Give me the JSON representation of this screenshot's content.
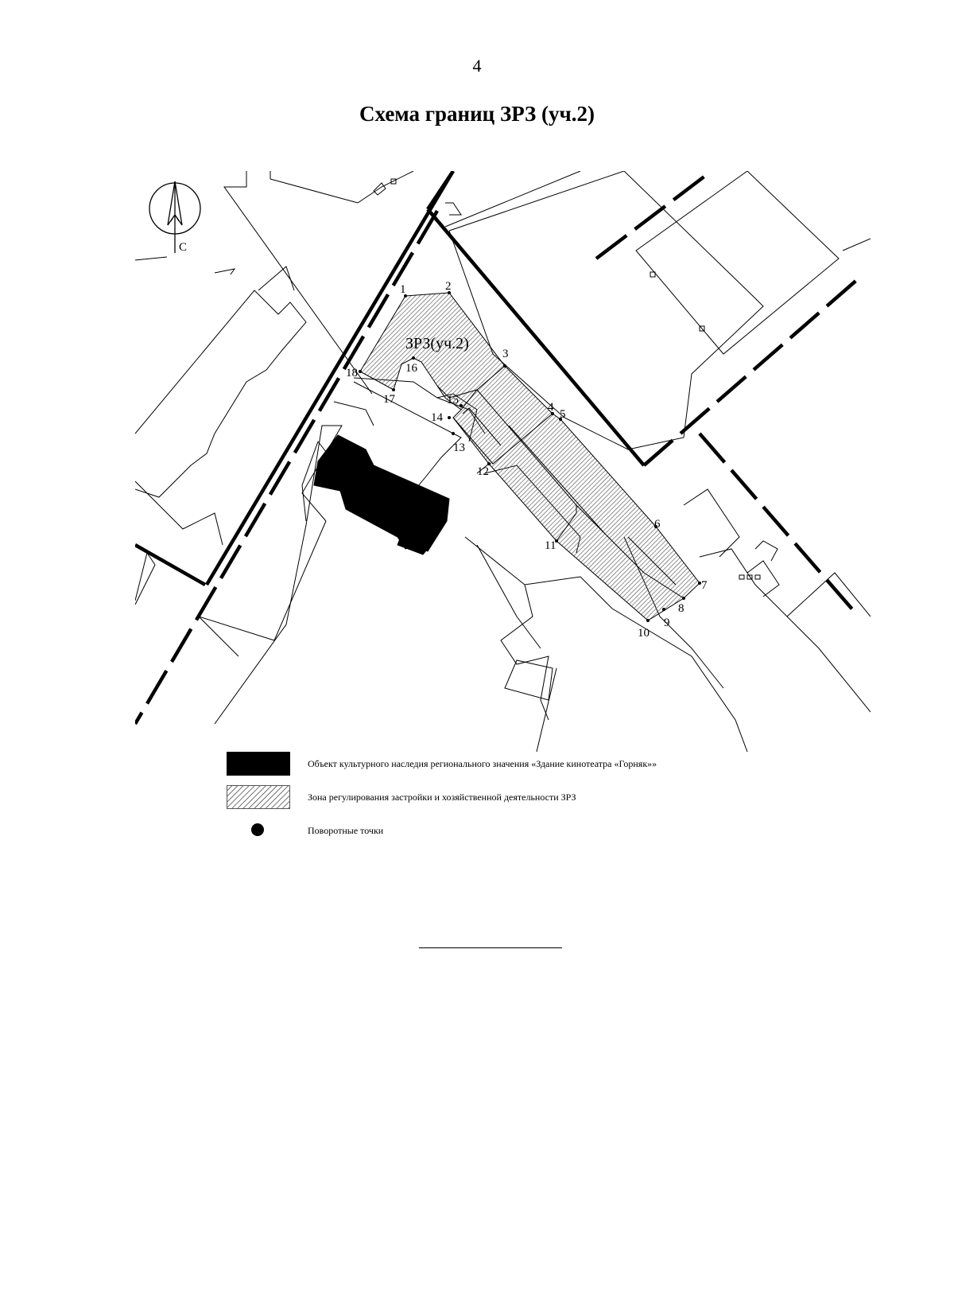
{
  "page": {
    "number": "4",
    "title": "Схема границ ЗРЗ (уч.2)"
  },
  "map": {
    "north_arrow": {
      "icon": "north-arrow-icon",
      "label": "С"
    },
    "zone_label": "ЗРЗ(уч.2)",
    "turning_points": [
      "1",
      "2",
      "3",
      "4",
      "5",
      "6",
      "7",
      "8",
      "9",
      "10",
      "11",
      "12",
      "13",
      "14",
      "15",
      "16",
      "17",
      "18"
    ],
    "colors": {
      "heritage_object": "#000000",
      "zone_hatch": "#555555",
      "lines": "#000000"
    }
  },
  "legend": [
    {
      "key": "heritage",
      "icon": "black-rectangle",
      "label": "Объект культурного  наследия регионального значения «Здание кинотеатра «Горняк»»"
    },
    {
      "key": "zone",
      "icon": "hatched-rectangle",
      "label": "Зона регулирования застройки и хозяйственной деятельности ЗРЗ"
    },
    {
      "key": "points",
      "icon": "black-dot",
      "label": "Поворотные точки"
    }
  ]
}
